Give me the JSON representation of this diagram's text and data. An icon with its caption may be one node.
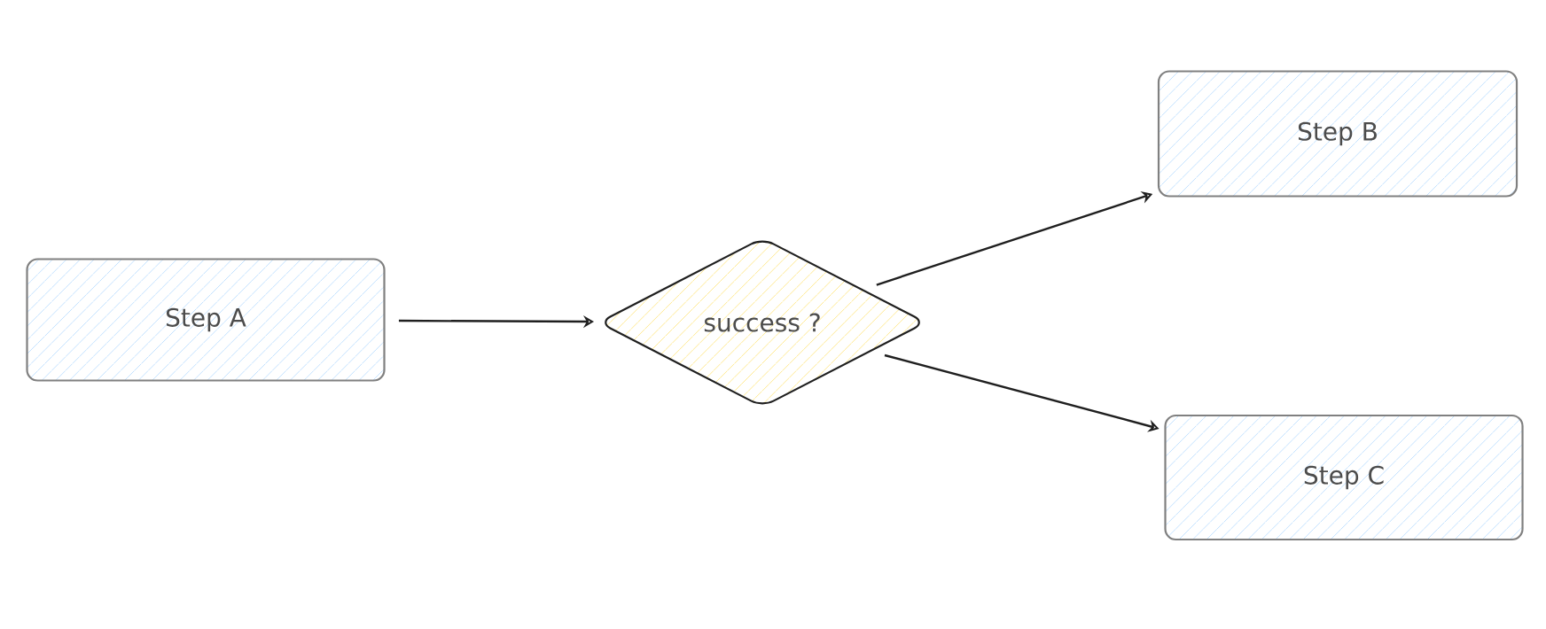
{
  "diagram": {
    "nodes": [
      {
        "text": [
          "Step A"
        ]
      },
      {
        "text": [
          "success ?"
        ]
      },
      {
        "text": [
          "Step B"
        ]
      },
      {
        "text": [
          "Step C"
        ]
      }
    ],
    "edges": [
      {
        "from": 0,
        "to": 1,
        "arrow": "to"
      },
      {
        "from": 1,
        "to": 2,
        "arrow": "to"
      },
      {
        "from": 1,
        "to": 3,
        "arrow": "to"
      }
    ]
  }
}
